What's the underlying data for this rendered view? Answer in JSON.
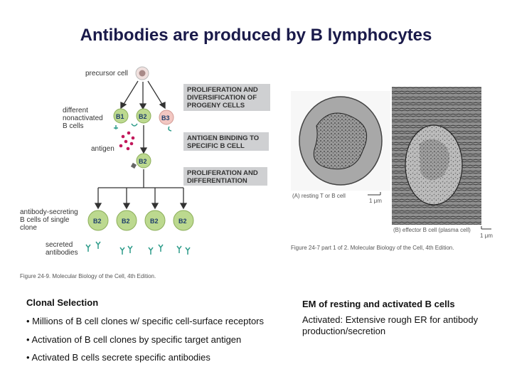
{
  "title": "Antibodies are produced by B lymphocytes",
  "left_figure": {
    "precursor_label": "precursor cell",
    "box1_lines": [
      "PROLIFERATION AND",
      "DIVERSIFICATION OF",
      "PROGENY CELLS"
    ],
    "nonactivated_label_lines": [
      "different",
      "nonactivated",
      "B cells"
    ],
    "cells_row1": [
      "B1",
      "B2",
      "B3"
    ],
    "antigen_label": "antigen",
    "box2_lines": [
      "ANTIGEN BINDING TO",
      "SPECIFIC B CELL"
    ],
    "selected_cell": "B2",
    "box3_lines": [
      "PROLIFERATION AND",
      "DIFFERENTIATION"
    ],
    "secreting_label_lines": [
      "antibody-secreting",
      "B cells of single",
      "clone"
    ],
    "clone_cells": [
      "B2",
      "B2",
      "B2",
      "B2"
    ],
    "secreted_label_lines": [
      "secreted",
      "antibodies"
    ],
    "caption": "Figure 24-9. Molecular Biology of the Cell, 4th Edition."
  },
  "right_figure": {
    "label_a": "(A) resting T or B cell",
    "scale_a": "1 μm",
    "label_b": "(B) effector B cell (plasma cell)",
    "scale_b": "1 μm",
    "caption": "Figure 24-7 part 1 of 2. Molecular Biology of the Cell, 4th Edition."
  },
  "clonal": {
    "heading": "Clonal Selection",
    "bullets": [
      "• Millions of B cell clones w/ specific cell-surface receptors",
      "• Activation of B cell clones by specific target antigen",
      "• Activated B cells secrete specific antibodies"
    ]
  },
  "em": {
    "heading": "EM of resting and activated B cells",
    "body": "Activated: Extensive rough ER for antibody production/secretion"
  },
  "colors": {
    "title": "#1a1a4a",
    "box_fill": "#cfd0d2",
    "cell_green": "#bcd98f",
    "cell_pink": "#f2c7c2",
    "antigen": "#c2185b",
    "antibody": "#2e9c8a"
  }
}
